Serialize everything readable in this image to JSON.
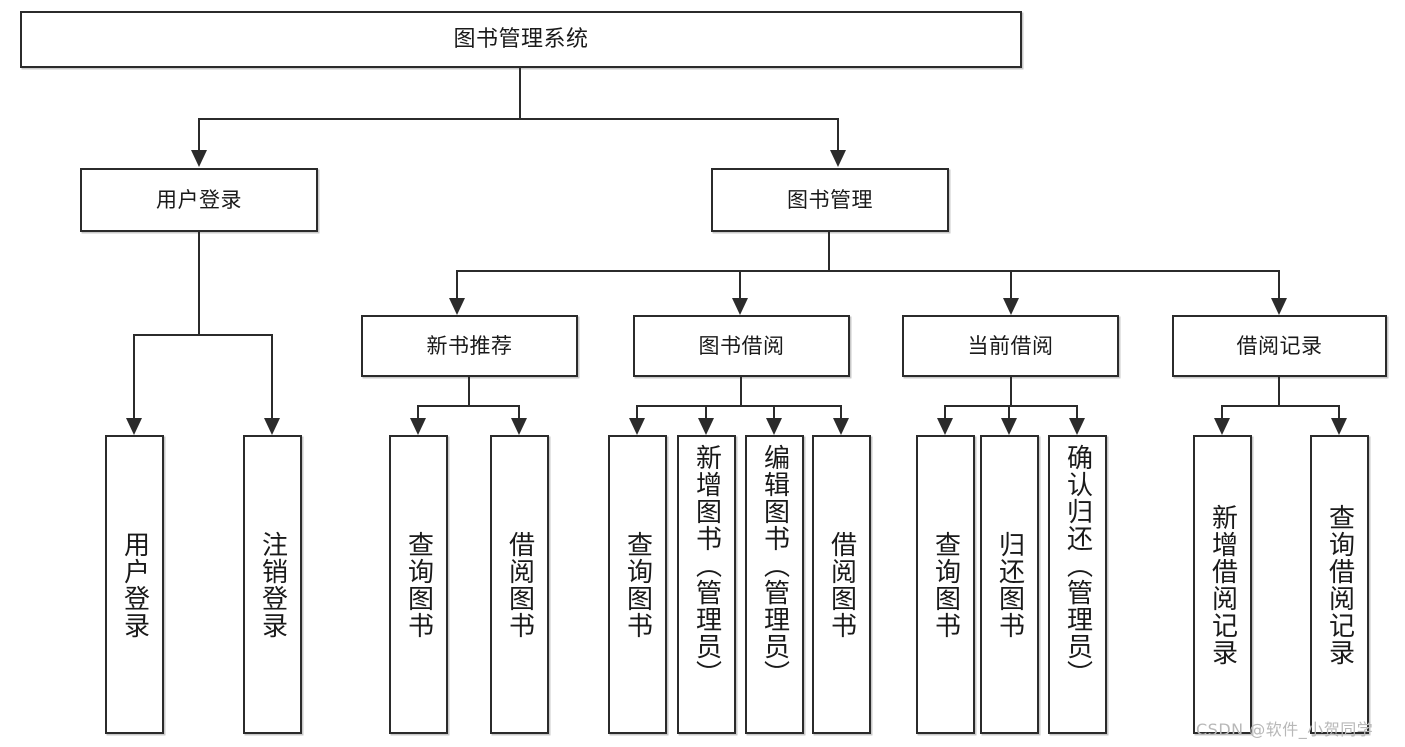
{
  "diagram": {
    "title": "图书管理系统",
    "type": "functional-structure-tree",
    "root": {
      "label": "图书管理系统"
    },
    "level2": [
      {
        "label": "用户登录"
      },
      {
        "label": "图书管理"
      }
    ],
    "level3": [
      {
        "label": "新书推荐"
      },
      {
        "label": "图书借阅"
      },
      {
        "label": "当前借阅"
      },
      {
        "label": "借阅记录"
      }
    ],
    "leaves": {
      "user_login": [
        {
          "label": "用户登录"
        },
        {
          "label": "注销登录"
        }
      ],
      "new_book_recommend": [
        {
          "label": "查询图书"
        },
        {
          "label": "借阅图书"
        }
      ],
      "book_borrow": [
        {
          "label": "查询图书"
        },
        {
          "label": "新增图书（管理员）"
        },
        {
          "label": "编辑图书（管理员）"
        },
        {
          "label": "借阅图书"
        }
      ],
      "current_borrow": [
        {
          "label": "查询图书"
        },
        {
          "label": "归还图书"
        },
        {
          "label": "确认归还（管理员）"
        }
      ],
      "borrow_record": [
        {
          "label": "新增借阅记录"
        },
        {
          "label": "查询借阅记录"
        }
      ]
    }
  },
  "watermark": {
    "text": "CSDN @软件_小贺同学"
  },
  "colors": {
    "stroke": "#2b2b2b",
    "fill": "#ffffff",
    "shadow": "#c9c9c9",
    "text": "#1a1a1a",
    "watermark": "#b8b8b8"
  }
}
